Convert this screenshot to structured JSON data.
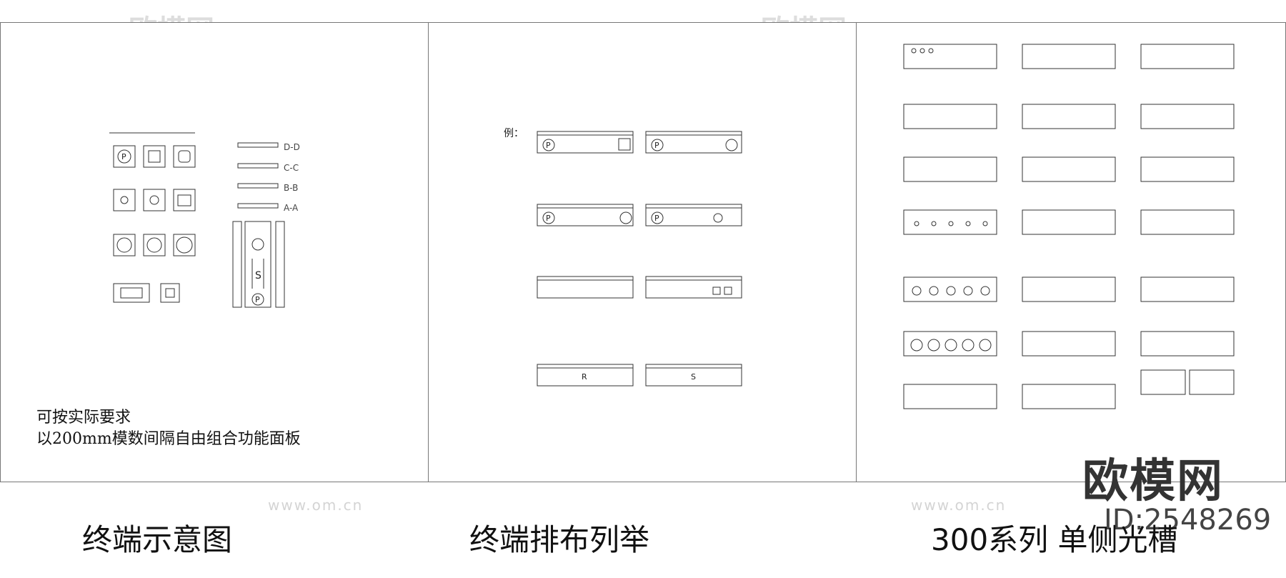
{
  "panels": [
    {
      "caption": "终端示意图",
      "notes": [
        "可按实际要求",
        "以200mm模数间隔自由组合功能面板"
      ]
    },
    {
      "caption": "终端排布列举",
      "example_label": "例："
    },
    {
      "caption": "300系列 单侧光槽"
    }
  ],
  "section_labels": [
    "D-D",
    "C-C",
    "B-B",
    "A-A"
  ],
  "watermark": {
    "url": "www.om.cn",
    "logo": "欧模网",
    "big": "欧模网",
    "id": "ID:2548269"
  }
}
